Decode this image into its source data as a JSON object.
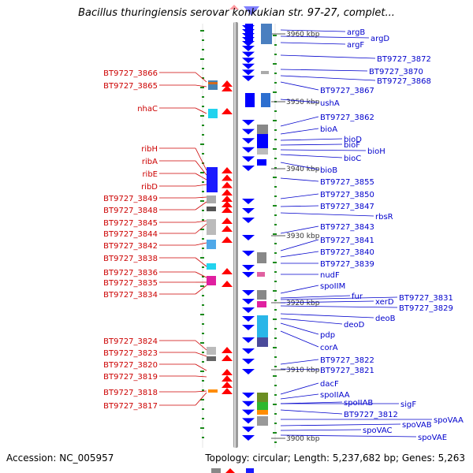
{
  "title": "Bacillus thuringiensis serovar konkukian str. 97-27, complet...",
  "footer": {
    "accession": "Accession: NC_005957",
    "topology": "Topology: circular; Length: 5,237,682 bp; Genes: 5,263"
  },
  "scale_labels": [
    "3960 kbp",
    "3950 kbp",
    "3940 kbp",
    "3930 kbp",
    "3920 kbp",
    "3910 kbp",
    "3900 kbp"
  ],
  "left_genes": [
    "BT9727_3866",
    "BT9727_3865",
    "nhaC",
    "ribH",
    "ribA",
    "ribE",
    "ribD",
    "BT9727_3849",
    "BT9727_3848",
    "BT9727_3845",
    "BT9727_3844",
    "BT9727_3842",
    "BT9727_3838",
    "BT9727_3836",
    "BT9727_3835",
    "BT9727_3834",
    "BT9727_3824",
    "BT9727_3823",
    "BT9727_3820",
    "BT9727_3819",
    "BT9727_3818",
    "BT9727_3817"
  ],
  "right_genes": [
    "argB",
    "argD",
    "argF",
    "BT9727_3872",
    "BT9727_3870",
    "BT9727_3868",
    "BT9727_3867",
    "ushA",
    "BT9727_3862",
    "bioA",
    "bioD",
    "bioF",
    "bioH",
    "bioC",
    "bioB",
    "BT9727_3855",
    "BT9727_3850",
    "BT9727_3847",
    "rbsR",
    "BT9727_3843",
    "BT9727_3841",
    "BT9727_3840",
    "BT9727_3839",
    "nudF",
    "spoIIM",
    "fur",
    "xerD",
    "BT9727_3831",
    "BT9727_3829",
    "deoB",
    "deoD",
    "pdp",
    "corA",
    "BT9727_3822",
    "BT9727_3821",
    "dacF",
    "spoIIAA",
    "spoIIAB",
    "sigF",
    "BT9727_3812",
    "spoVAA",
    "spoVAB",
    "spoVAC",
    "spoVAE"
  ],
  "colors": {
    "forward": "#ff0000",
    "reverse": "#0000ff",
    "label_left": "#cc0000",
    "label_right": "#0000cc",
    "backbone": "#999999"
  }
}
